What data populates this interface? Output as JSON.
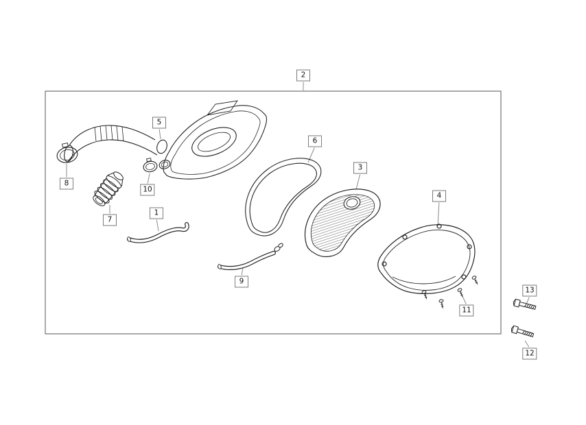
{
  "diagram": {
    "kind": "exploded-parts-diagram",
    "line_color": "#222222",
    "leader_color": "#8a8a8a",
    "frame_color": "#555555",
    "label_border_color": "#7a7a7a",
    "background": "#ffffff"
  },
  "labels": {
    "1": "1",
    "2": "2",
    "3": "3",
    "4": "4",
    "5": "5",
    "6": "6",
    "7": "7",
    "8": "8",
    "9": "9",
    "10": "10",
    "11": "11",
    "12": "12",
    "13": "13"
  }
}
